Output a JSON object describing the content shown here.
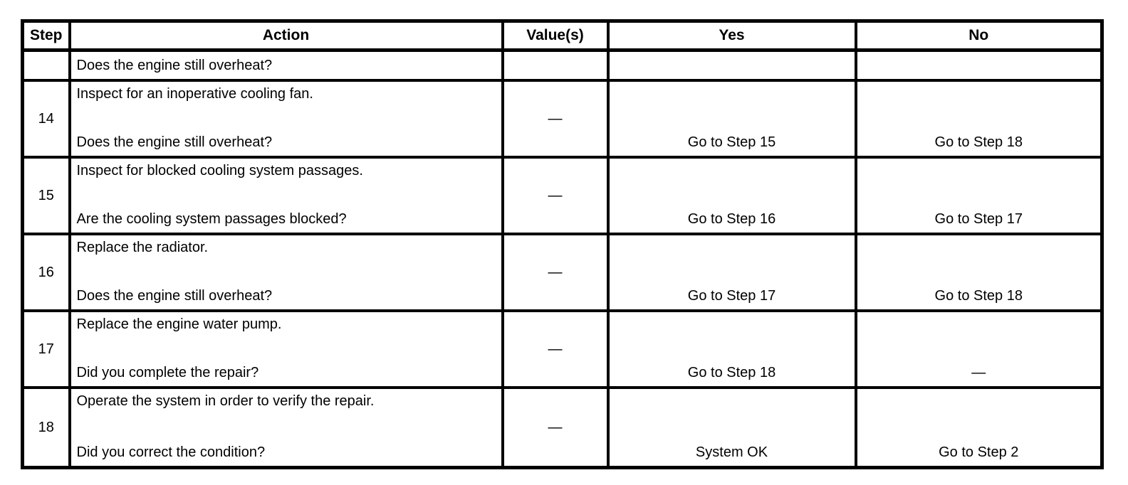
{
  "colors": {
    "border": "#000000",
    "text": "#000000",
    "background": "#ffffff"
  },
  "table": {
    "headers": {
      "step": "Step",
      "action": "Action",
      "value": "Value(s)",
      "yes": "Yes",
      "no": "No"
    },
    "rows": [
      {
        "step": "",
        "action_lines": [
          "Does the engine still overheat?"
        ],
        "value": "",
        "yes": "",
        "no": ""
      },
      {
        "step": "14",
        "action_lines": [
          "Inspect for an inoperative cooling fan.",
          "Does the engine still overheat?"
        ],
        "value": "—",
        "yes": "Go to Step 15",
        "no": "Go to Step 18"
      },
      {
        "step": "15",
        "action_lines": [
          "Inspect for blocked cooling system passages.",
          "Are the cooling system passages blocked?"
        ],
        "value": "—",
        "yes": "Go to Step 16",
        "no": "Go to Step 17"
      },
      {
        "step": "16",
        "action_lines": [
          "Replace the radiator.",
          "Does the engine still overheat?"
        ],
        "value": "—",
        "yes": "Go to Step 17",
        "no": "Go to Step 18"
      },
      {
        "step": "17",
        "action_lines": [
          "Replace the engine water pump.",
          "Did you complete the repair?"
        ],
        "value": "—",
        "yes": "Go to Step 18",
        "no": "—"
      },
      {
        "step": "18",
        "action_lines": [
          "Operate the system in order to verify the repair.",
          "Did you correct the condition?"
        ],
        "value": "—",
        "yes": "System OK",
        "no": "Go to Step 2"
      }
    ]
  }
}
